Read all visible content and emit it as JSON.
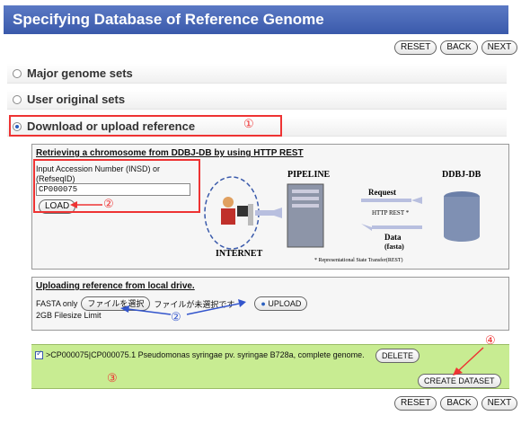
{
  "header": {
    "title": "Specifying Database of Reference Genome"
  },
  "nav": {
    "reset": "RESET",
    "back": "BACK",
    "next": "NEXT"
  },
  "options": {
    "major": "Major genome sets",
    "user": "User original sets",
    "download": "Download or upload reference"
  },
  "markers": {
    "m1": "①",
    "m2": "②",
    "m3": "③",
    "m4": "④"
  },
  "retrieve": {
    "title": "Retrieving a chromosome from DDBJ-DB by using HTTP REST",
    "label": "Input Accession Number (INSD) or (RefseqID)",
    "value": "CP000075",
    "load": "LOAD"
  },
  "diagram": {
    "pipeline": "PIPELINE",
    "ddbj": "DDBJ-DB",
    "internet": "INTERNET",
    "request": "Request",
    "http_rest": "HTTP REST *",
    "data": "Data",
    "fasta": "(fasta)",
    "footnote": "* Representational State Transfer(REST)"
  },
  "upload": {
    "title": "Uploading reference from local drive.",
    "fasta_only": "FASTA only",
    "choose_file": "ファイルを選択",
    "no_file": "ファイルが未選択です",
    "upload": "UPLOAD",
    "limit": "2GB Filesize Limit"
  },
  "result": {
    "entry": ">CP000075|CP000075.1 Pseudomonas syringae pv. syringae B728a, complete genome.",
    "delete": "DELETE",
    "create": "CREATE DATASET"
  },
  "colors": {
    "header": "#3a5aab",
    "accent_red": "#e33333",
    "result_bg": "#c8ec92"
  }
}
